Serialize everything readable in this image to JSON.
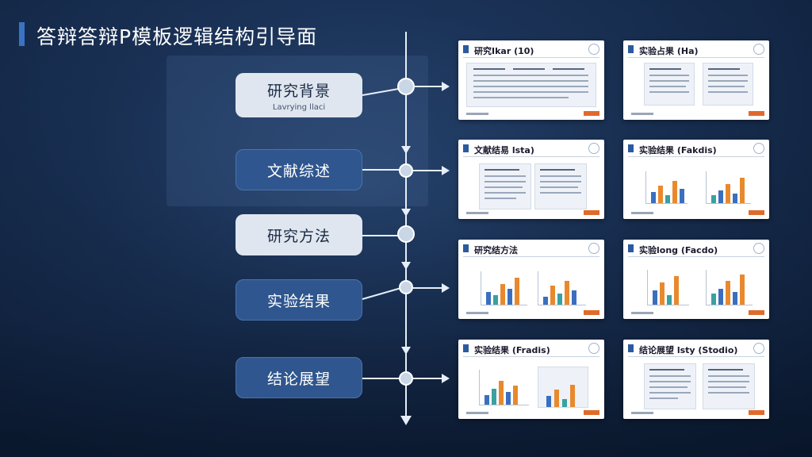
{
  "title": "答辩答辩P模板逻辑结构引导面",
  "colors": {
    "accent": "#3b73c4",
    "stage_light": "#dfe6ef",
    "stage_dark": "#2f568e",
    "bar_orange": "#e8892e",
    "bar_blue": "#3a6fc0",
    "bar_teal": "#3aa0a0"
  },
  "stages": [
    {
      "label": "研究背景",
      "sub": "Lavrying llaci"
    },
    {
      "label": "文献综述"
    },
    {
      "label": "研究方法"
    },
    {
      "label": "实验结果"
    },
    {
      "label": "结论展望"
    }
  ],
  "thumbnails": [
    {
      "title": "研究Ikar (10)"
    },
    {
      "title": "实验占果 (Ha)"
    },
    {
      "title": "文献结易 lsta)"
    },
    {
      "title": "实验结果 (Fakdis)"
    },
    {
      "title": "研究结方法"
    },
    {
      "title": "实验long (Facdo)"
    },
    {
      "title": "实验结果 (Fradis)"
    },
    {
      "title": "结论展望 lsty (Stodio)"
    }
  ]
}
